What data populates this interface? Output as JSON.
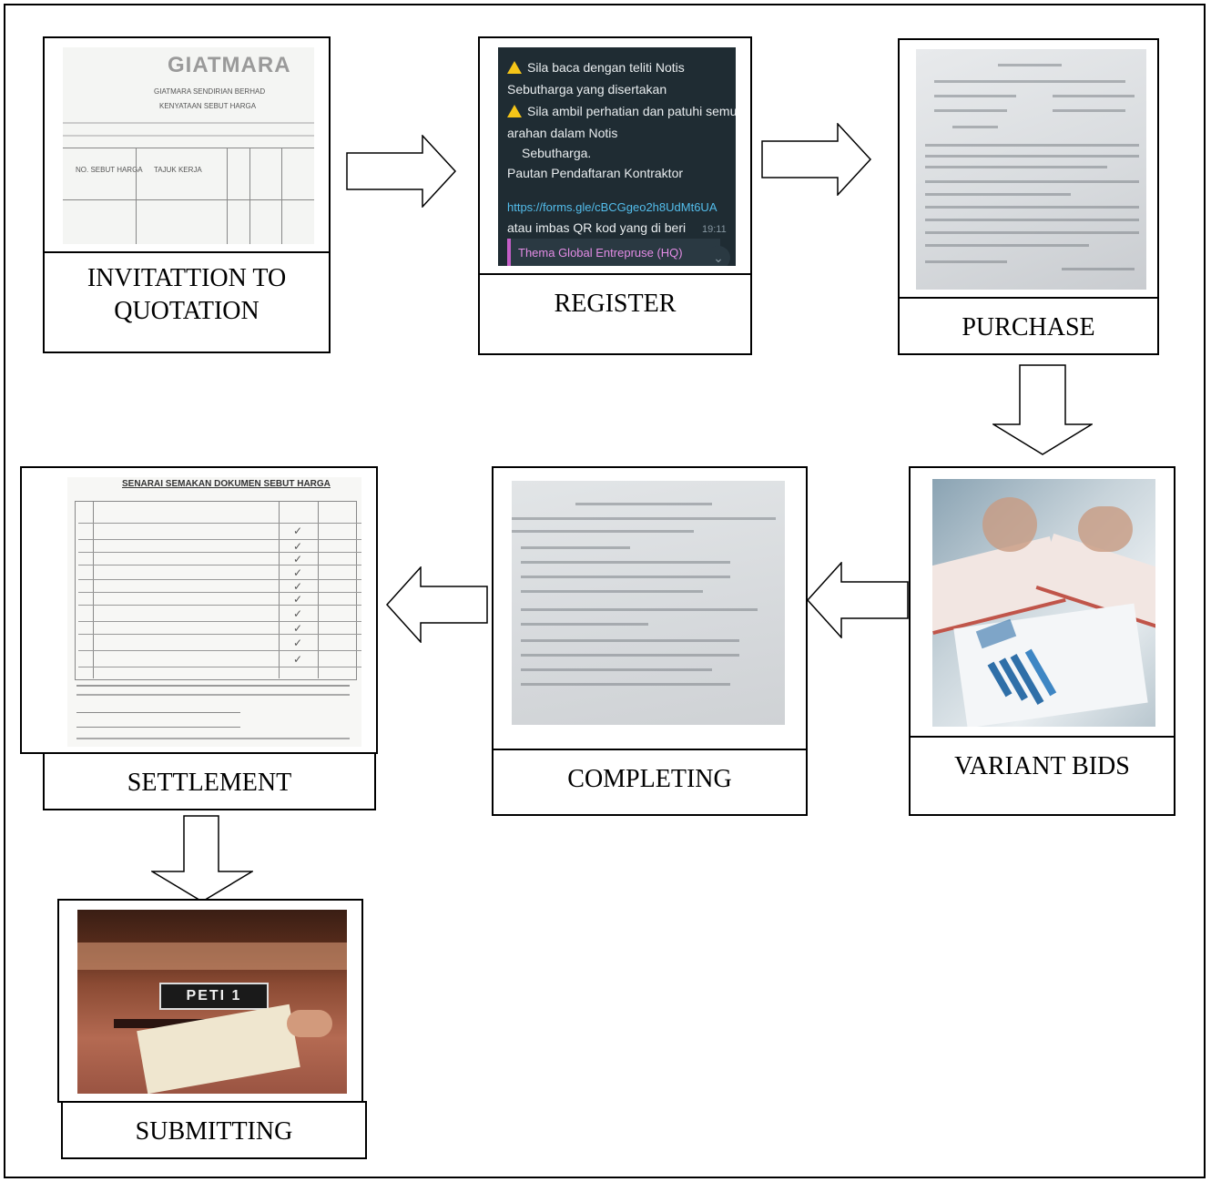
{
  "steps": [
    {
      "id": "invitation",
      "label_line1": "INVITATTION TO",
      "label_line2": "QUOTATION",
      "icon": "document-photo"
    },
    {
      "id": "register",
      "label": "REGISTER",
      "icon": "chat-screenshot"
    },
    {
      "id": "purchase",
      "label": "PURCHASE",
      "icon": "document-photo"
    },
    {
      "id": "variant_bids",
      "label": "VARIANT BIDS",
      "icon": "business-photo"
    },
    {
      "id": "completing",
      "label": "COMPLETING",
      "icon": "document-photo"
    },
    {
      "id": "settlement",
      "label": "SETTLEMENT",
      "icon": "checklist-photo"
    },
    {
      "id": "submitting",
      "label": "SUBMITTING",
      "icon": "tender-box-photo"
    }
  ],
  "photo_text": {
    "invitation_logo": "GIATMARA",
    "invitation_company": "GIATMARA SENDIRIAN BERHAD",
    "invitation_heading": "KENYATAAN SEBUT HARGA",
    "invitation_col1": "NO. SEBUT HARGA",
    "invitation_col2": "TAJUK KERJA",
    "register_line1": "Sila baca dengan teliti Notis",
    "register_line2": "Sebutharga yang disertakan",
    "register_line3": "Sila ambil perhatian dan patuhi semua",
    "register_line4": "arahan dalam Notis",
    "register_line5": "Sebutharga.",
    "register_line6": "Pautan Pendaftaran Kontraktor",
    "register_link": "https://forms.gle/cBCGgeo2h8UdMt6UA",
    "register_line7": "atau imbas QR kod yang di beri",
    "register_time": "19:11",
    "register_quoted": "Thema Global Entrepruse (HQ)",
    "settlement_heading": "SENARAI SEMAKAN DOKUMEN SEBUT HARGA",
    "submitting_box_label": "PETI 1"
  },
  "colors": {
    "border": "#000000",
    "background": "#ffffff",
    "arrow_fill": "#ffffff"
  }
}
